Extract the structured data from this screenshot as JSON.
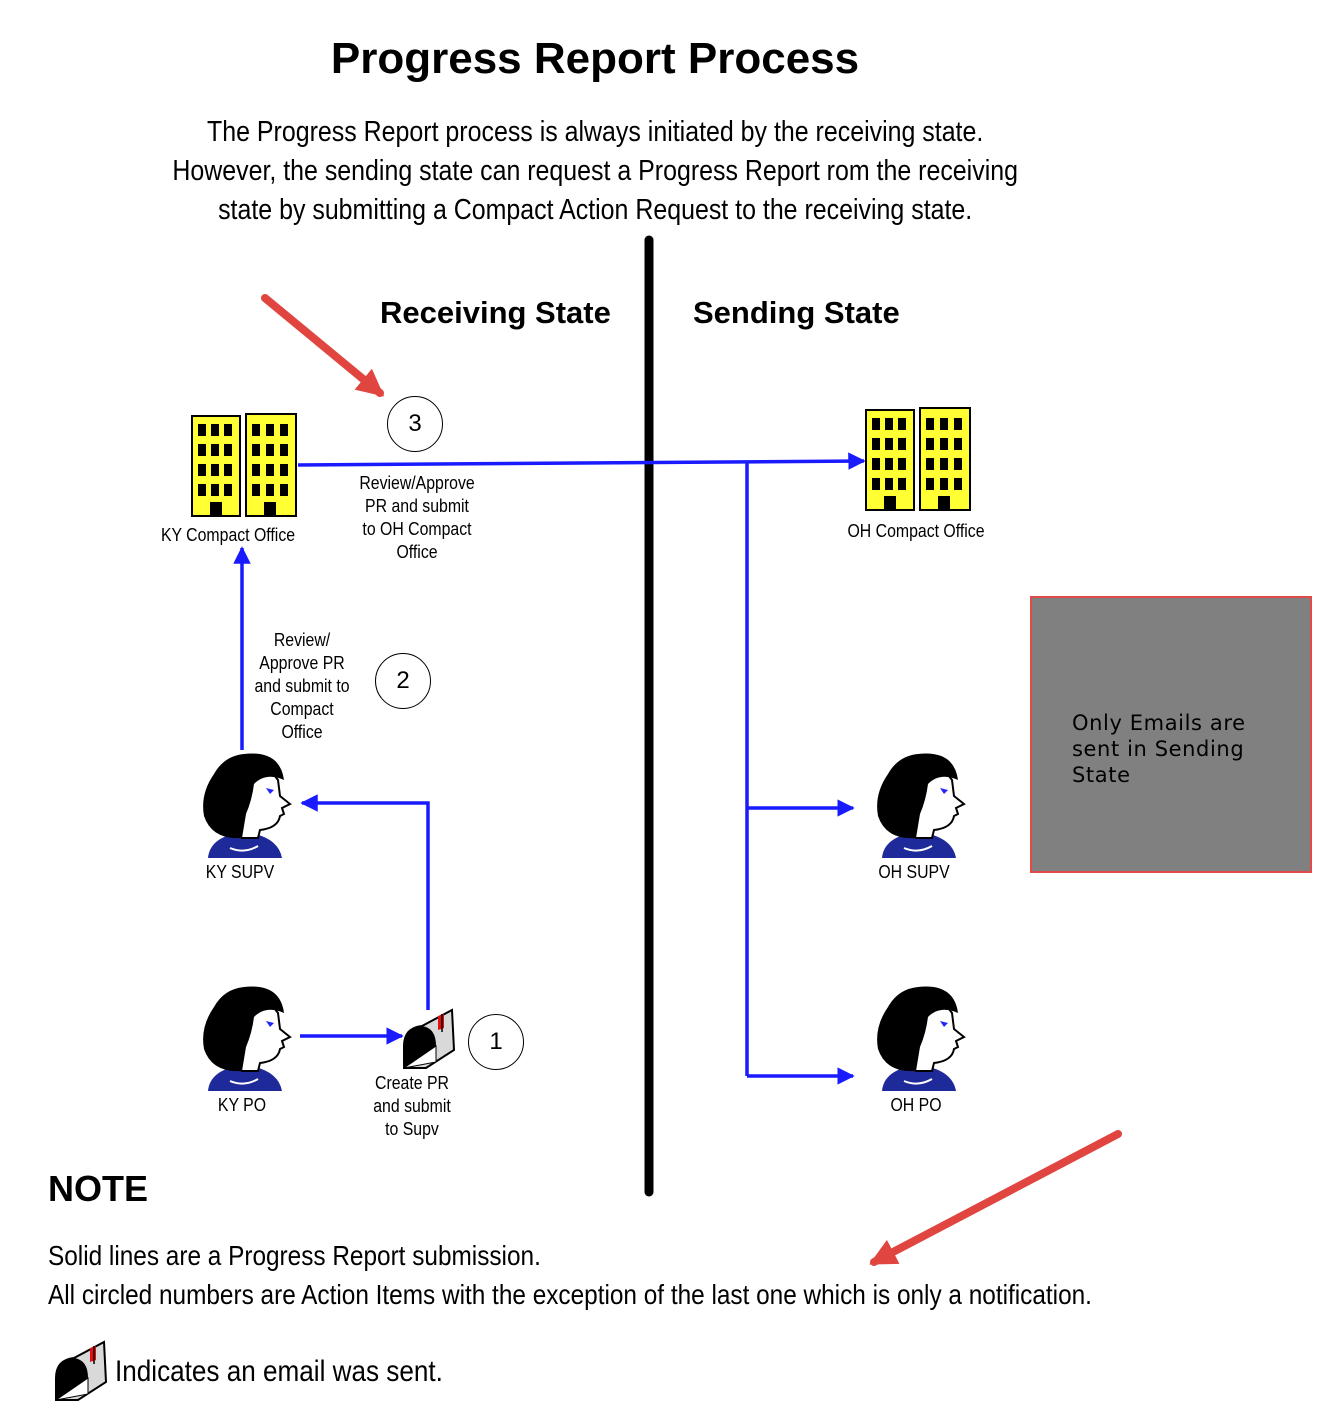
{
  "title": "Progress Report Process",
  "intro": [
    "The Progress Report process is always initiated by the receiving state.",
    "However, the sending state can request a Progress Report rom the receiving",
    "state by submitting a Compact Action Request to the receiving state."
  ],
  "columns": {
    "receiving": "Receiving State",
    "sending": "Sending State"
  },
  "nodes": {
    "ky_office": "KY Compact Office",
    "oh_office": "OH Compact Office",
    "ky_supv": "KY SUPV",
    "oh_supv": "OH SUPV",
    "ky_po": "KY PO",
    "oh_po": "OH PO"
  },
  "steps": [
    {
      "number": "1",
      "text": [
        "Create PR",
        "and submit",
        "to Supv"
      ]
    },
    {
      "number": "2",
      "text": [
        "Review/",
        "Approve PR",
        "and submit to",
        "Compact",
        "Office"
      ]
    },
    {
      "number": "3",
      "text": [
        "Review/Approve",
        "PR and submit",
        "to OH Compact",
        "Office"
      ]
    }
  ],
  "callout": {
    "text": "Only Emails are sent in Sending State"
  },
  "note": {
    "heading": "NOTE",
    "lines": [
      "Solid lines are a Progress Report submission.",
      "All circled numbers are Action Items with the exception of the last one which is only a notification."
    ],
    "legend": "Indicates an email was sent."
  },
  "colors": {
    "flow_line": "#1a1aff",
    "annotation_arrow": "#e0453f",
    "building": "#ffff33",
    "callout_fill": "#808080",
    "callout_border": "#e04a48"
  },
  "icons": {
    "office": "office-building-icon",
    "person": "person-icon",
    "email": "mailbox-email-icon"
  }
}
